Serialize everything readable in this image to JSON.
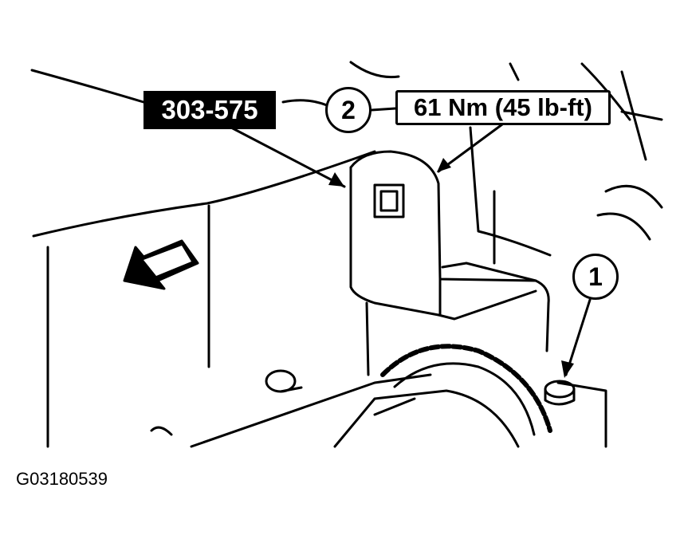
{
  "labels": {
    "tool_number": "303-575",
    "torque_spec": "61 Nm (45 lb-ft)",
    "figure_id": "G03180539"
  },
  "callouts": [
    {
      "number": "1"
    },
    {
      "number": "2"
    }
  ],
  "icons": {
    "direction_arrow": "front-direction-arrow-icon"
  },
  "colors": {
    "line": "#000000",
    "background": "#ffffff",
    "label_fill": "#000000",
    "label_text": "#ffffff"
  }
}
